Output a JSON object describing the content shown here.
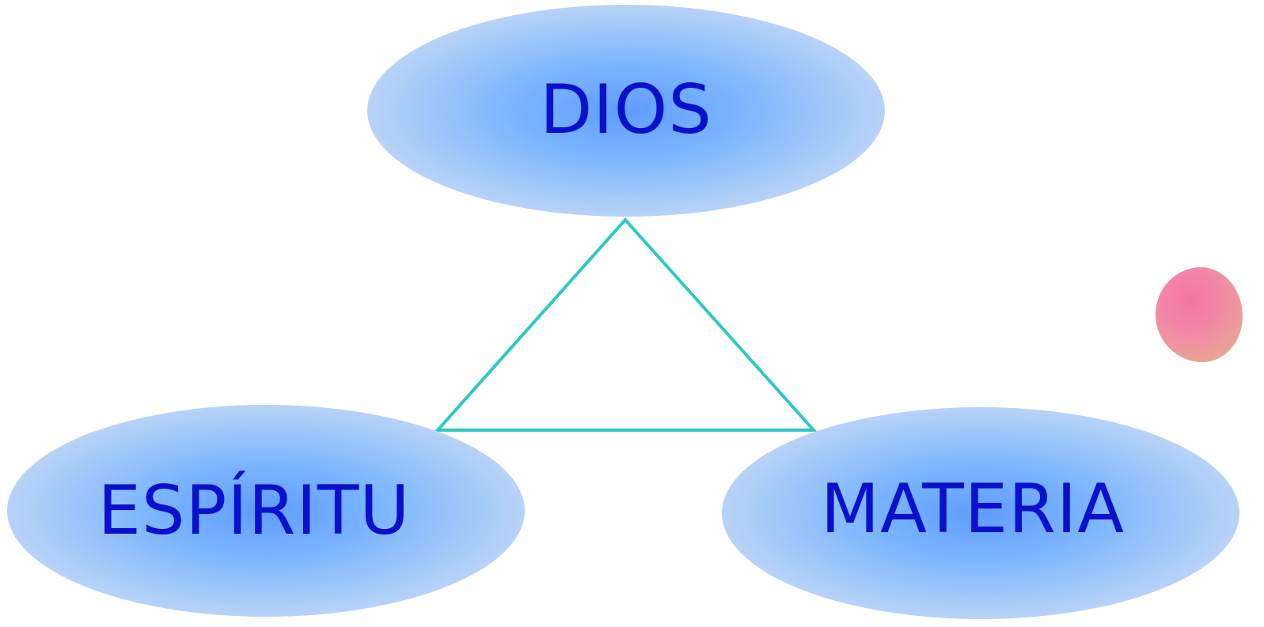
{
  "nodes": {
    "top": "DIOS",
    "bottom_left": "ESPÍRITU",
    "bottom_right": "MATERIA"
  },
  "colors": {
    "node_text": "#0a10cc",
    "node_center": "#5f9cff",
    "node_edge": "#ede6f6",
    "triangle_stroke": "#2cc9c4",
    "blot": "#f26a9a"
  }
}
